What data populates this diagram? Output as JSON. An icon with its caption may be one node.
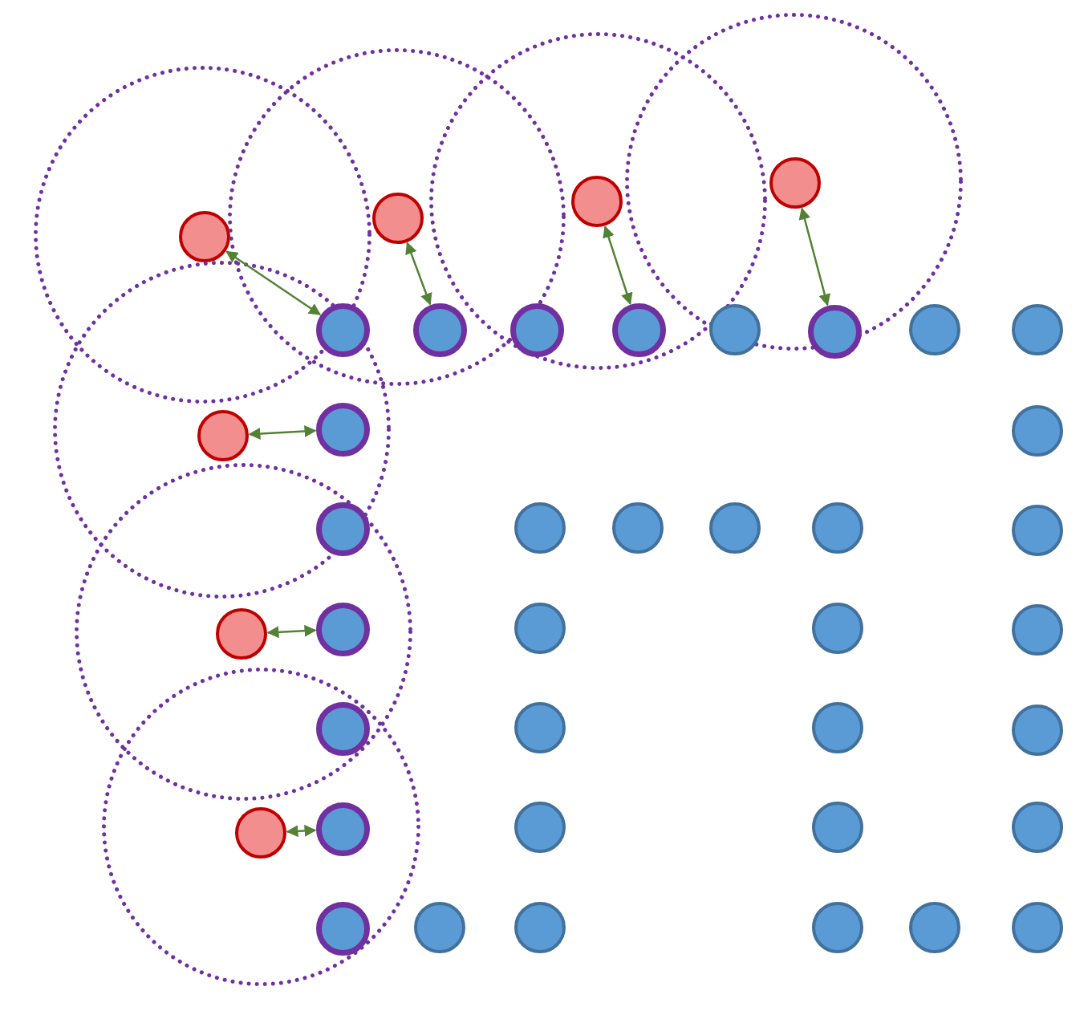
{
  "diagram": {
    "nodes": [
      {
        "text": [],
        "shape": "circle"
      },
      {
        "text": [],
        "shape": "circle",
        "in": 0
      },
      {
        "text": [],
        "shape": "circle"
      },
      {
        "text": [],
        "shape": "circle",
        "in": 2
      },
      {
        "text": [],
        "shape": "circle"
      },
      {
        "text": [],
        "shape": "circle",
        "in": 4
      },
      {
        "text": [],
        "shape": "circle"
      },
      {
        "text": [],
        "shape": "circle",
        "in": 6
      },
      {
        "text": [],
        "shape": "circle"
      },
      {
        "text": [],
        "shape": "circle",
        "in": 8
      },
      {
        "text": [],
        "shape": "circle"
      },
      {
        "text": [],
        "shape": "circle",
        "in": 10
      },
      {
        "text": [],
        "shape": "circle"
      },
      {
        "text": [],
        "shape": "circle",
        "in": 12
      },
      {
        "text": [],
        "shape": "circle"
      },
      {
        "text": [],
        "shape": "circle",
        "in": 2
      },
      {
        "text": [],
        "shape": "circle",
        "in": 4
      },
      {
        "text": [],
        "shape": "circle",
        "in": 4
      },
      {
        "text": [],
        "shape": "circle"
      },
      {
        "text": [],
        "shape": "circle"
      },
      {
        "text": [],
        "shape": "circle"
      },
      {
        "text": [],
        "shape": "circle"
      },
      {
        "text": [],
        "shape": "circle",
        "in": 8
      },
      {
        "text": [],
        "shape": "circle"
      },
      {
        "text": [],
        "shape": "circle"
      },
      {
        "text": [],
        "shape": "circle"
      },
      {
        "text": [],
        "shape": "circle"
      },
      {
        "text": [],
        "shape": "circle"
      },
      {
        "text": [],
        "shape": "circle"
      },
      {
        "text": [],
        "shape": "circle"
      },
      {
        "text": [],
        "shape": "circle",
        "in": 10
      },
      {
        "text": [],
        "shape": "circle"
      },
      {
        "text": [],
        "shape": "circle"
      },
      {
        "text": [],
        "shape": "circle"
      },
      {
        "text": [],
        "shape": "circle"
      },
      {
        "text": [],
        "shape": "circle"
      },
      {
        "text": [],
        "shape": "circle"
      },
      {
        "text": [],
        "shape": "circle"
      },
      {
        "text": [],
        "shape": "circle",
        "in": 12
      },
      {
        "text": [],
        "shape": "circle"
      },
      {
        "text": [],
        "shape": "circle"
      },
      {
        "text": [],
        "shape": "circle"
      },
      {
        "text": [],
        "shape": "circle",
        "in": 12
      },
      {
        "text": [],
        "shape": "circle"
      },
      {
        "text": [],
        "shape": "circle"
      },
      {
        "text": [],
        "shape": "circle"
      },
      {
        "text": [],
        "shape": "circle"
      },
      {
        "text": [],
        "shape": "circle"
      }
    ],
    "edges": [
      {
        "from": 1,
        "to": 14,
        "arrow": "both"
      },
      {
        "from": 3,
        "to": 15,
        "arrow": "both"
      },
      {
        "from": 5,
        "to": 17,
        "arrow": "both"
      },
      {
        "from": 7,
        "to": 19,
        "arrow": "both"
      },
      {
        "from": 9,
        "to": 22,
        "arrow": "both"
      },
      {
        "from": 11,
        "to": 30,
        "arrow": "both"
      },
      {
        "from": 13,
        "to": 38,
        "arrow": "both"
      }
    ]
  }
}
